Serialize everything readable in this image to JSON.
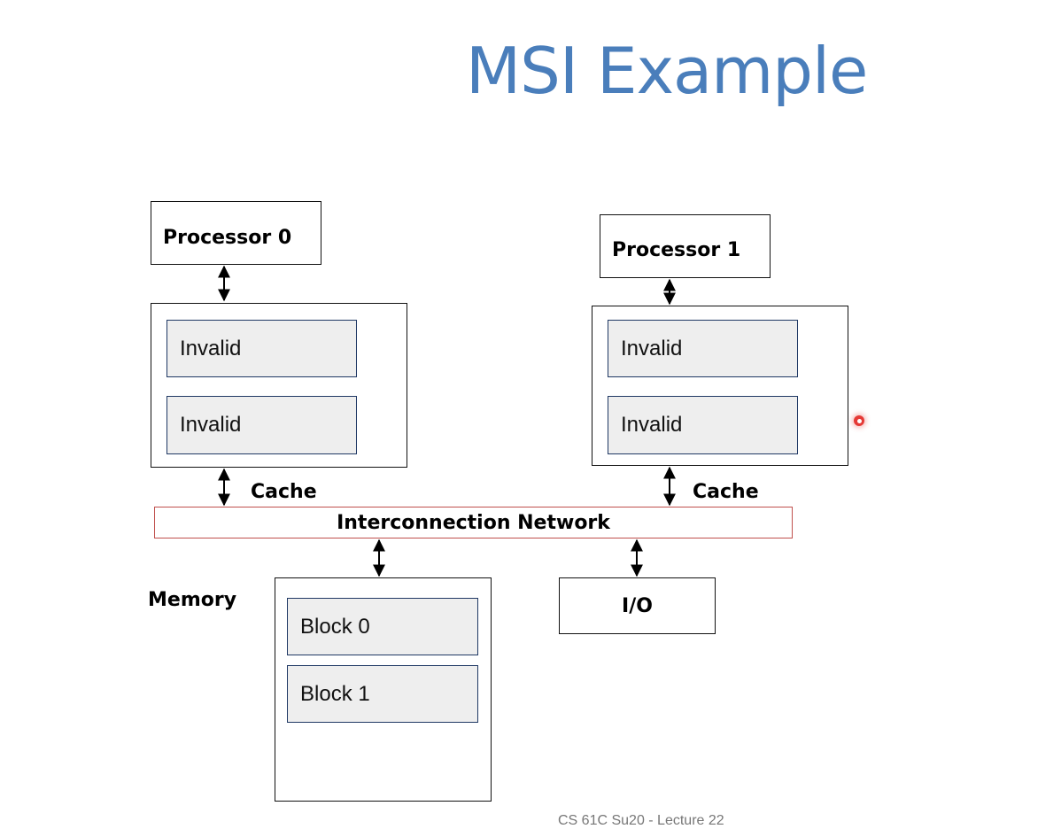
{
  "title": "MSI Example",
  "processors": [
    {
      "label": "Processor 0",
      "lines": [
        "Invalid",
        "Invalid"
      ],
      "cache_label": "Cache"
    },
    {
      "label": "Processor 1",
      "lines": [
        "Invalid",
        "Invalid"
      ],
      "cache_label": "Cache"
    }
  ],
  "network_label": "Interconnection Network",
  "memory": {
    "label": "Memory",
    "blocks": [
      "Block 0",
      "Block 1"
    ]
  },
  "io_label": "I/O",
  "footer": "CS 61C Su20 - Lecture 22"
}
